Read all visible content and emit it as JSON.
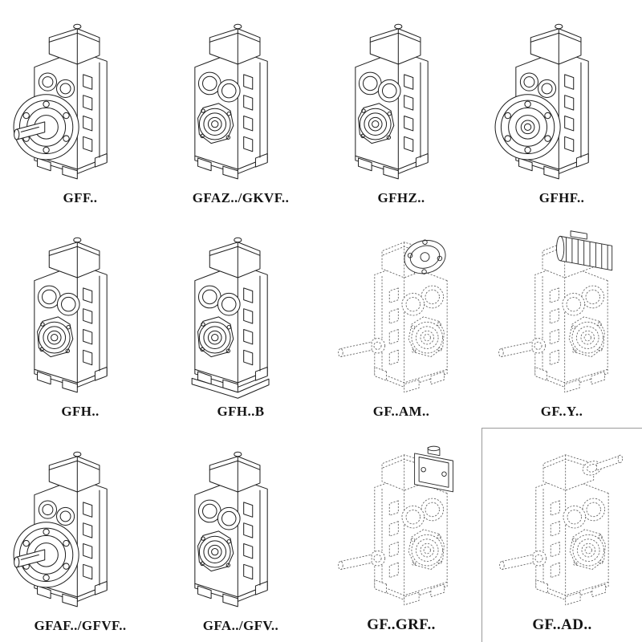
{
  "page": {
    "background": "#ffffff",
    "line_color": "#1f1f1f",
    "phantom_line_color": "#5d5d5d"
  },
  "catalog": {
    "items": [
      {
        "label": "GFF..",
        "drawing": "flange-output-gearbox-with-shaft-icon"
      },
      {
        "label": "GFAZ../GKVF..",
        "drawing": "hollow-bore-gearbox-icon"
      },
      {
        "label": "GFHZ..",
        "drawing": "hollow-shaft-gearbox-icon"
      },
      {
        "label": "GFHF..",
        "drawing": "flange-hollow-shaft-gearbox-icon"
      },
      {
        "label": "GFH..",
        "drawing": "foot-mounted-hollow-shaft-gearbox-icon"
      },
      {
        "label": "GFH..B",
        "drawing": "gearbox-with-baseplate-icon"
      },
      {
        "label": "GF..AM..",
        "drawing": "phantom-gearbox-with-servo-adapter-flange-icon"
      },
      {
        "label": "GF..Y..",
        "drawing": "phantom-gearbox-with-mounted-motor-icon"
      },
      {
        "label": "GFAF../GFVF..",
        "drawing": "flange-output-gearbox-with-shaft-icon"
      },
      {
        "label": "GFA../GFV..",
        "drawing": "hollow-bore-gearbox-icon"
      },
      {
        "label": "GF..GRF..",
        "drawing": "phantom-gearbox-with-input-adapter-box-icon"
      },
      {
        "label": "GF..AD..",
        "drawing": "phantom-gearbox-with-input-shaft-adapter-icon"
      }
    ]
  }
}
